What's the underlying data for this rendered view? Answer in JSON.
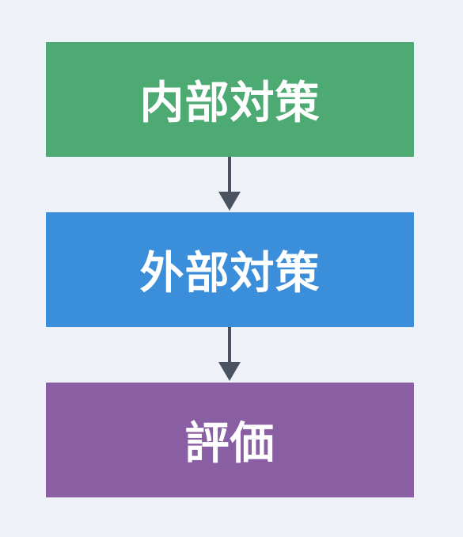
{
  "diagram": {
    "steps": [
      {
        "label": "内部対策",
        "color": "#4caa72"
      },
      {
        "label": "外部対策",
        "color": "#3b8ed9"
      },
      {
        "label": "評価",
        "color": "#8a5ea3"
      }
    ],
    "arrow_color": "#4a5160",
    "background": "#eef1f7"
  }
}
